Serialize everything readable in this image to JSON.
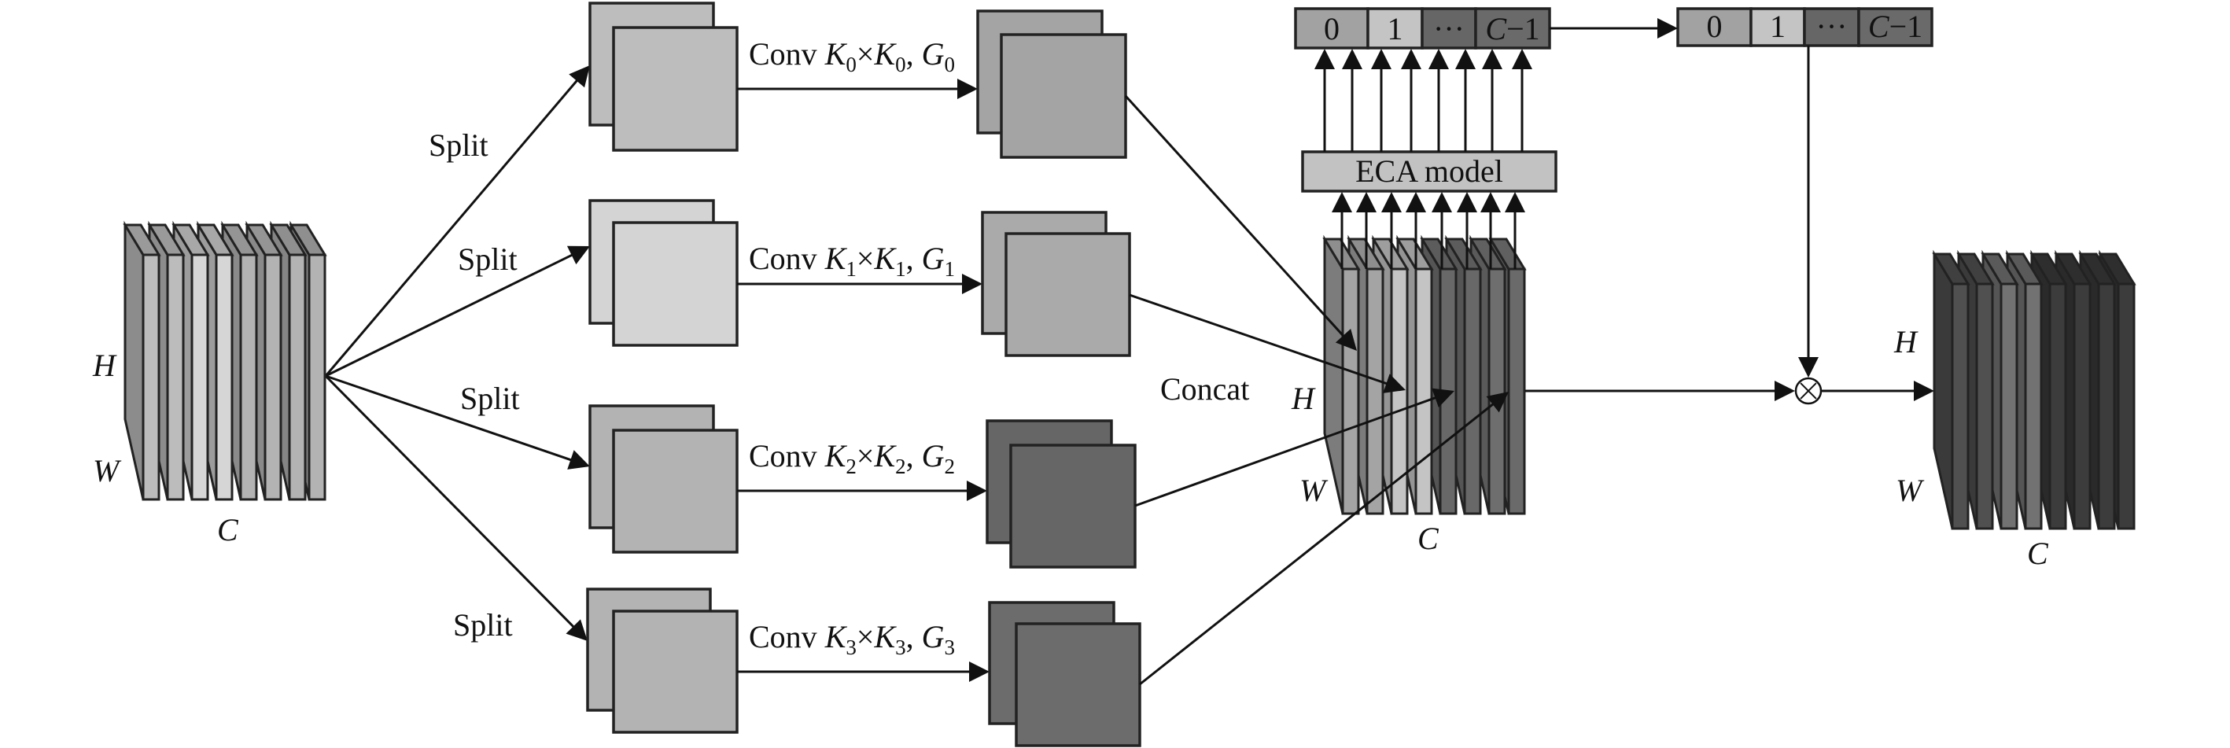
{
  "title": "Multi-scale grouped convolution with ECA channel attention",
  "colors": {
    "line": "#111111",
    "outline": "#222222",
    "background": "#ffffff"
  },
  "input_tensor": {
    "labels": {
      "height": "H",
      "width": "W",
      "channels": "C"
    },
    "slab_front_colors": [
      "#bcbcbc",
      "#bcbcbc",
      "#d6d6d6",
      "#d6d6d6",
      "#b3b3b3",
      "#b3b3b3",
      "#b3b3b3",
      "#b3b3b3"
    ],
    "slab_side_colors": [
      "#8c8c8c",
      "#8c8c8c",
      "#9c9c9c",
      "#9c9c9c",
      "#8a8a8a",
      "#8a8a8a",
      "#858585",
      "#858585"
    ],
    "slab_top_colors": [
      "#9a9a9a",
      "#9a9a9a",
      "#a8a8a8",
      "#a8a8a8",
      "#959595",
      "#959595",
      "#8f8f8f",
      "#8f8f8f"
    ]
  },
  "branches": [
    {
      "split_label": "Split",
      "conv": {
        "prefix": "Conv ",
        "k": "K",
        "k_sub": "0",
        "times": "×",
        "g": "G",
        "g_sub": "0"
      },
      "input_color": "#bdbdbd",
      "output_color": "#a4a4a4"
    },
    {
      "split_label": "Split",
      "conv": {
        "prefix": "Conv ",
        "k": "K",
        "k_sub": "1",
        "times": "×",
        "g": "G",
        "g_sub": "1"
      },
      "input_color": "#d4d4d4",
      "output_color": "#aaaaaa"
    },
    {
      "split_label": "Split",
      "conv": {
        "prefix": "Conv ",
        "k": "K",
        "k_sub": "2",
        "times": "×",
        "g": "G",
        "g_sub": "2"
      },
      "input_color": "#b3b3b3",
      "output_color": "#666666"
    },
    {
      "split_label": "Split",
      "conv": {
        "prefix": "Conv ",
        "k": "K",
        "k_sub": "3",
        "times": "×",
        "g": "G",
        "g_sub": "3"
      },
      "input_color": "#b3b3b3",
      "output_color": "#6c6c6c"
    }
  ],
  "concat": {
    "label": "Concat",
    "labels": {
      "height": "H",
      "width": "W",
      "channels": "C"
    },
    "slab_front_colors": [
      "#a4a4a4",
      "#a4a4a4",
      "#c4c4c4",
      "#c4c4c4",
      "#686868",
      "#686868",
      "#6e6e6e",
      "#6a6a6a"
    ],
    "slab_side_colors": [
      "#7c7c7c",
      "#7c7c7c",
      "#959595",
      "#959595",
      "#555555",
      "#555555",
      "#5a5a5a",
      "#5a5a5a"
    ],
    "slab_top_colors": [
      "#8e8e8e",
      "#8e8e8e",
      "#9e9e9e",
      "#9e9e9e",
      "#5c5c5c",
      "#5c5c5c",
      "#606060",
      "#606060"
    ]
  },
  "eca": {
    "label": "ECA model",
    "color": "#c2c2c2"
  },
  "weight_vectors": [
    {
      "cells": [
        {
          "text": "0",
          "italic": false,
          "color": "#a2a2a2"
        },
        {
          "text": "1",
          "italic": false,
          "color": "#c4c4c4"
        },
        {
          "text": "···",
          "italic": false,
          "color": "#666666"
        },
        {
          "text": "C",
          "suffix": "−1",
          "italic": true,
          "color": "#6a6a6a"
        }
      ]
    },
    {
      "cells": [
        {
          "text": "0",
          "italic": false,
          "color": "#a2a2a2"
        },
        {
          "text": "1",
          "italic": false,
          "color": "#c4c4c4"
        },
        {
          "text": "···",
          "italic": false,
          "color": "#666666"
        },
        {
          "text": "C",
          "suffix": "−1",
          "italic": true,
          "color": "#6a6a6a"
        }
      ]
    }
  ],
  "multiply": {
    "symbol": "⊗"
  },
  "output_tensor": {
    "labels": {
      "height": "H",
      "width": "W",
      "channels": "C"
    },
    "slab_front_colors": [
      "#505050",
      "#505050",
      "#727272",
      "#727272",
      "#3c3c3c",
      "#3c3c3c",
      "#3c3c3c",
      "#3c3c3c"
    ],
    "slab_side_colors": [
      "#3a3a3a",
      "#3a3a3a",
      "#555555",
      "#555555",
      "#2a2a2a",
      "#2a2a2a",
      "#2a2a2a",
      "#2a2a2a"
    ],
    "slab_top_colors": [
      "#404040",
      "#404040",
      "#5a5a5a",
      "#5a5a5a",
      "#2e2e2e",
      "#2e2e2e",
      "#2e2e2e",
      "#2e2e2e"
    ]
  }
}
